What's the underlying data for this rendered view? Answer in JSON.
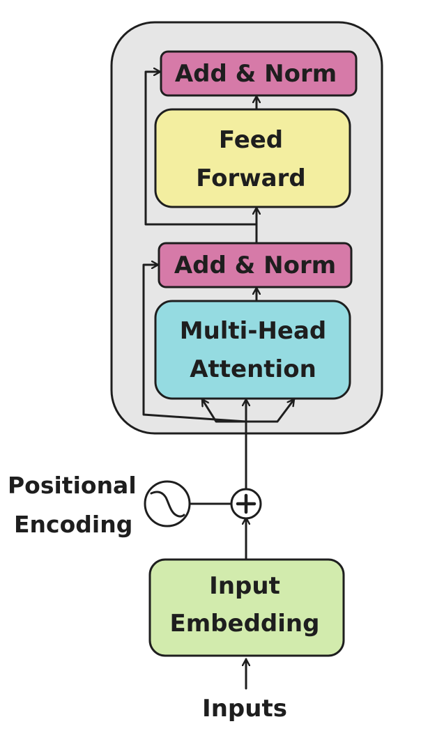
{
  "diagram": {
    "encoder_block": {
      "add_norm_top": "Add & Norm",
      "feed_forward": [
        "Feed",
        "Forward"
      ],
      "add_norm_bottom": "Add & Norm",
      "multi_head_attention": [
        "Multi-Head",
        "Attention"
      ]
    },
    "positional_encoding": [
      "Positional",
      "Encoding"
    ],
    "input_embedding": [
      "Input",
      "Embedding"
    ],
    "inputs": "Inputs"
  },
  "colors": {
    "encoder_background": "#e6e6e6",
    "add_norm": "#d67aa8",
    "feed_forward": "#f3eea0",
    "attention": "#95dbe1",
    "input_embedding": "#d2ebad",
    "stroke": "#1e1e1e"
  }
}
